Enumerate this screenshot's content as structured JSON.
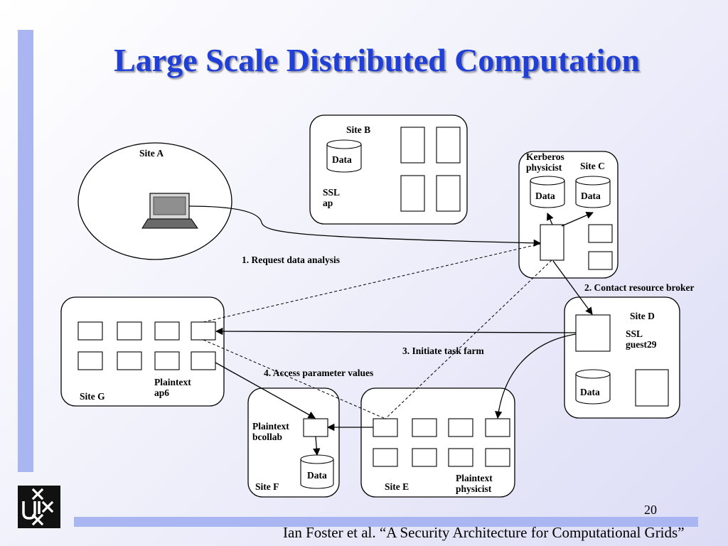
{
  "slide": {
    "title": "Large Scale Distributed Computation",
    "page_number": "20",
    "citation": "Ian Foster et al. “A Security Architecture for Computational Grids”"
  },
  "sites": {
    "a": {
      "label": "Site A"
    },
    "b": {
      "label": "Site B",
      "data": "Data",
      "auth_line1": "SSL",
      "auth_line2": "ap"
    },
    "c": {
      "label": "Site C",
      "auth_line1": "Kerberos",
      "auth_line2": "physicist",
      "data1": "Data",
      "data2": "Data"
    },
    "d": {
      "label": "Site D",
      "auth_line1": "SSL",
      "auth_line2": "guest29",
      "data": "Data"
    },
    "e": {
      "label": "Site E",
      "auth_line1": "Plaintext",
      "auth_line2": "physicist"
    },
    "f": {
      "label": "Site F",
      "auth_line1": "Plaintext",
      "auth_line2": "bcollab",
      "data": "Data"
    },
    "g": {
      "label": "Site G",
      "auth_line1": "Plaintext",
      "auth_line2": "ap6"
    }
  },
  "steps": {
    "s1": "1. Request data analysis",
    "s2": "2. Contact resource broker",
    "s3": "3. Initiate task farm",
    "s4": "4. Access parameter values"
  },
  "colors": {
    "accent_title": "#1f3fd6",
    "side_bar": "#a9b6f2"
  }
}
